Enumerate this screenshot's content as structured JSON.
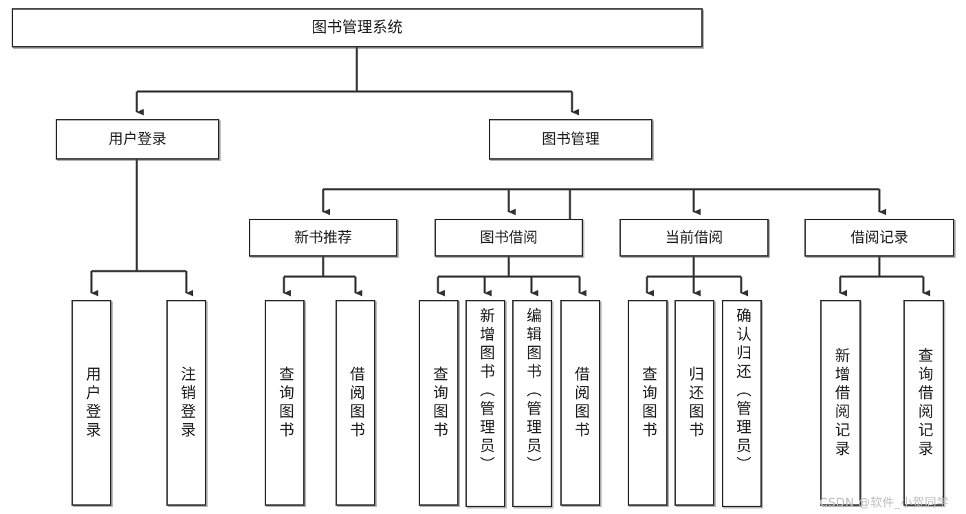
{
  "diagram": {
    "type": "tree-hierarchy-chart",
    "title": "图书管理系统",
    "style": {
      "box_border_color": "#333333",
      "box_fill_color": "#ffffff",
      "text_color": "#1b1b1b",
      "connector_color": "#333333",
      "watermark_color": "#bdbdbd",
      "background": "#ffffff"
    },
    "root": {
      "id": "root",
      "label": "图书管理系统",
      "orientation": "horizontal"
    },
    "level1": [
      {
        "id": "user-login",
        "label": "用户登录",
        "orientation": "horizontal"
      },
      {
        "id": "book-manage",
        "label": "图书管理",
        "orientation": "horizontal"
      }
    ],
    "level2": [
      {
        "id": "new-book-recommend",
        "label": "新书推荐",
        "orientation": "horizontal",
        "parent": "book-manage"
      },
      {
        "id": "book-borrow",
        "label": "图书借阅",
        "orientation": "horizontal",
        "parent": "book-manage"
      },
      {
        "id": "current-borrow",
        "label": "当前借阅",
        "orientation": "horizontal",
        "parent": "book-manage"
      },
      {
        "id": "borrow-record",
        "label": "借阅记录",
        "orientation": "horizontal",
        "parent": "book-manage"
      }
    ],
    "leaves": [
      {
        "id": "leaf-user-login",
        "label": "用户登录",
        "orientation": "vertical",
        "parent": "user-login"
      },
      {
        "id": "leaf-user-logout",
        "label": "注销登录",
        "orientation": "vertical",
        "parent": "user-login"
      },
      {
        "id": "leaf-query-book-1",
        "label": "查询图书",
        "orientation": "vertical",
        "parent": "new-book-recommend"
      },
      {
        "id": "leaf-borrow-book-1",
        "label": "借阅图书",
        "orientation": "vertical",
        "parent": "new-book-recommend"
      },
      {
        "id": "leaf-query-book-2",
        "label": "查询图书",
        "orientation": "vertical",
        "parent": "book-borrow"
      },
      {
        "id": "leaf-add-book",
        "label": "新增图书（管理员）",
        "orientation": "vertical",
        "parent": "book-borrow"
      },
      {
        "id": "leaf-edit-book",
        "label": "编辑图书（管理员）",
        "orientation": "vertical",
        "parent": "book-borrow"
      },
      {
        "id": "leaf-borrow-book-2",
        "label": "借阅图书",
        "orientation": "vertical",
        "parent": "book-borrow"
      },
      {
        "id": "leaf-query-book-3",
        "label": "查询图书",
        "orientation": "vertical",
        "parent": "current-borrow"
      },
      {
        "id": "leaf-return-book",
        "label": "归还图书",
        "orientation": "vertical",
        "parent": "current-borrow"
      },
      {
        "id": "leaf-confirm-return",
        "label": "确认归还（管理员）",
        "orientation": "vertical",
        "parent": "current-borrow"
      },
      {
        "id": "leaf-add-record",
        "label": "新增借阅记录",
        "orientation": "vertical",
        "parent": "borrow-record"
      },
      {
        "id": "leaf-query-record",
        "label": "查询借阅记录",
        "orientation": "vertical",
        "parent": "borrow-record"
      }
    ]
  },
  "watermark": {
    "text": "CSDN @软件_小贺同学"
  }
}
